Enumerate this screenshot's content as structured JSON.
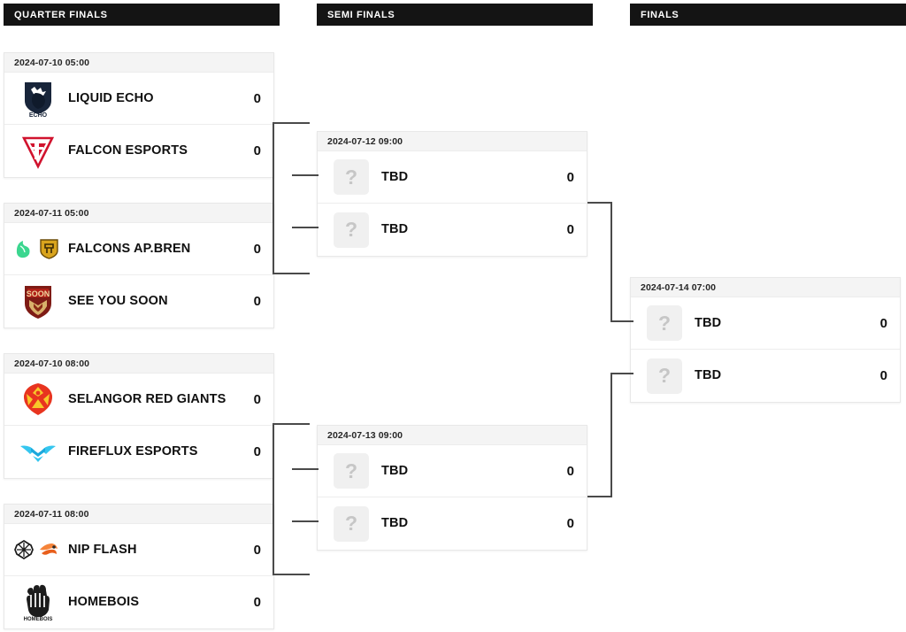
{
  "rounds": [
    {
      "id": "quarter-finals",
      "title": "QUARTER FINALS",
      "matches": [
        {
          "date": "2024-07-10 05:00",
          "teams": [
            {
              "name": "LIQUID ECHO",
              "score": "0",
              "logo": "liquid-echo-logo"
            },
            {
              "name": "FALCON ESPORTS",
              "score": "0",
              "logo": "falcon-esports-logo"
            }
          ]
        },
        {
          "date": "2024-07-11 05:00",
          "teams": [
            {
              "name": "FALCONS AP.BREN",
              "score": "0",
              "logo": "falcons-apbren-logo"
            },
            {
              "name": "SEE YOU SOON",
              "score": "0",
              "logo": "see-you-soon-logo"
            }
          ]
        },
        {
          "date": "2024-07-10 08:00",
          "teams": [
            {
              "name": "SELANGOR RED GIANTS",
              "score": "0",
              "logo": "selangor-red-giants-logo"
            },
            {
              "name": "FIREFLUX ESPORTS",
              "score": "0",
              "logo": "fireflux-esports-logo"
            }
          ]
        },
        {
          "date": "2024-07-11 08:00",
          "teams": [
            {
              "name": "NIP FLASH",
              "score": "0",
              "logo": "nip-flash-logo"
            },
            {
              "name": "HOMEBOIS",
              "score": "0",
              "logo": "homebois-logo"
            }
          ]
        }
      ]
    },
    {
      "id": "semi-finals",
      "title": "SEMI FINALS",
      "matches": [
        {
          "date": "2024-07-12 09:00",
          "teams": [
            {
              "name": "TBD",
              "score": "0",
              "logo": "tbd-placeholder"
            },
            {
              "name": "TBD",
              "score": "0",
              "logo": "tbd-placeholder"
            }
          ]
        },
        {
          "date": "2024-07-13 09:00",
          "teams": [
            {
              "name": "TBD",
              "score": "0",
              "logo": "tbd-placeholder"
            },
            {
              "name": "TBD",
              "score": "0",
              "logo": "tbd-placeholder"
            }
          ]
        }
      ]
    },
    {
      "id": "finals",
      "title": "FINALS",
      "matches": [
        {
          "date": "2024-07-14 07:00",
          "teams": [
            {
              "name": "TBD",
              "score": "0",
              "logo": "tbd-placeholder"
            },
            {
              "name": "TBD",
              "score": "0",
              "logo": "tbd-placeholder"
            }
          ]
        }
      ]
    }
  ],
  "tbd_glyph": "?",
  "colors": {
    "header_bg": "#141414",
    "header_text": "#ffffff",
    "date_bg": "#f4f4f4",
    "card_bg": "#ffffff",
    "card_border": "#e8e8e8",
    "connector": "#4a4a4a",
    "tbd_box": "#f0f0f0",
    "text": "#101010"
  }
}
